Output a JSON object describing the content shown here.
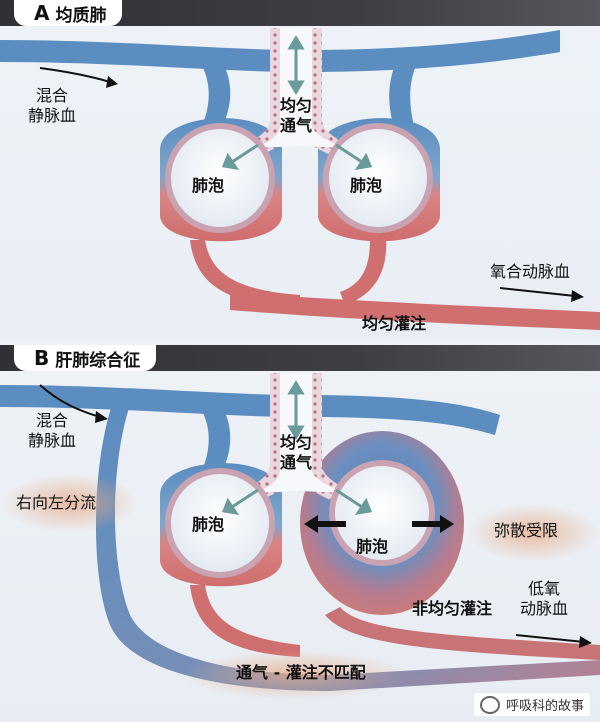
{
  "panel_a": {
    "letter": "A",
    "title": "均质肺",
    "mixed_venous": "混合\n静脉血",
    "ventilation": "均匀\n通气",
    "alveolus_left": "肺泡",
    "alveolus_right": "肺泡",
    "oxygenated_blood": "氧合动脉血",
    "perfusion": "均匀灌注"
  },
  "panel_b": {
    "letter": "B",
    "title": "肝肺综合征",
    "mixed_venous": "混合\n静脉血",
    "ventilation": "均匀\n通气",
    "shunt": "右向左分流",
    "alveolus_left": "肺泡",
    "alveolus_right": "肺泡",
    "diffusion_limited": "弥散受限",
    "nonuniform_perfusion": "非均匀灌注",
    "low_oxygen_blood": "低氧\n动脉血",
    "vq_mismatch": "通气 - 灌注不匹配"
  },
  "watermark": "呼吸科的故事",
  "colors": {
    "vein": "#4f7fb1",
    "artery": "#d06f6f",
    "alveolus": "#f6f8fb",
    "header": "#3a3c41"
  }
}
